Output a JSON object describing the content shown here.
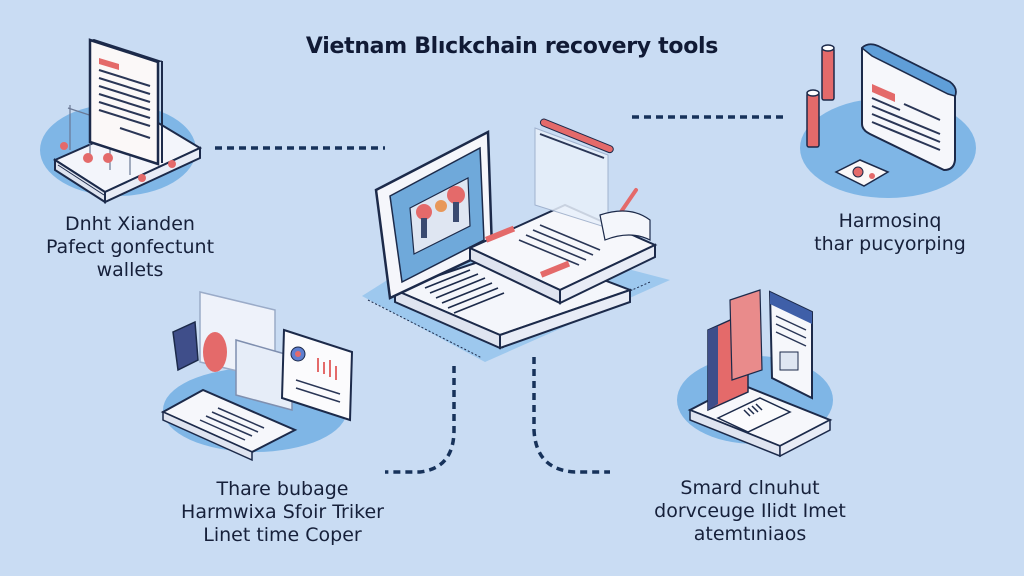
{
  "title": "Vietnam Blıckchain recovery tools",
  "colors": {
    "background": "#c9dcf3",
    "circle": "#7fb6e6",
    "accent_red": "#e46a6a",
    "outline": "#1c2a4a",
    "connector": "#17325a"
  },
  "center": {
    "icon": "laptop-with-documents-icon"
  },
  "nodes": [
    {
      "id": "top-left",
      "icon": "document-on-book-icon",
      "lines": [
        "Dnht Xianden",
        "Pafect gonfectunt",
        "wallets"
      ]
    },
    {
      "id": "top-right",
      "icon": "binder-with-pillars-icon",
      "lines": [
        "Harmosinq",
        "thar pucyorping"
      ]
    },
    {
      "id": "bottom-left",
      "icon": "monitor-with-chart-panel-icon",
      "lines": [
        "Thare bubage",
        "Harmwixa Sfoir Triker",
        "Linet time Coper"
      ]
    },
    {
      "id": "bottom-right",
      "icon": "books-and-card-stand-icon",
      "lines": [
        "Smard clnuhut",
        "dorvceuge Ilidt Imet",
        "atemtıniaos"
      ]
    }
  ]
}
